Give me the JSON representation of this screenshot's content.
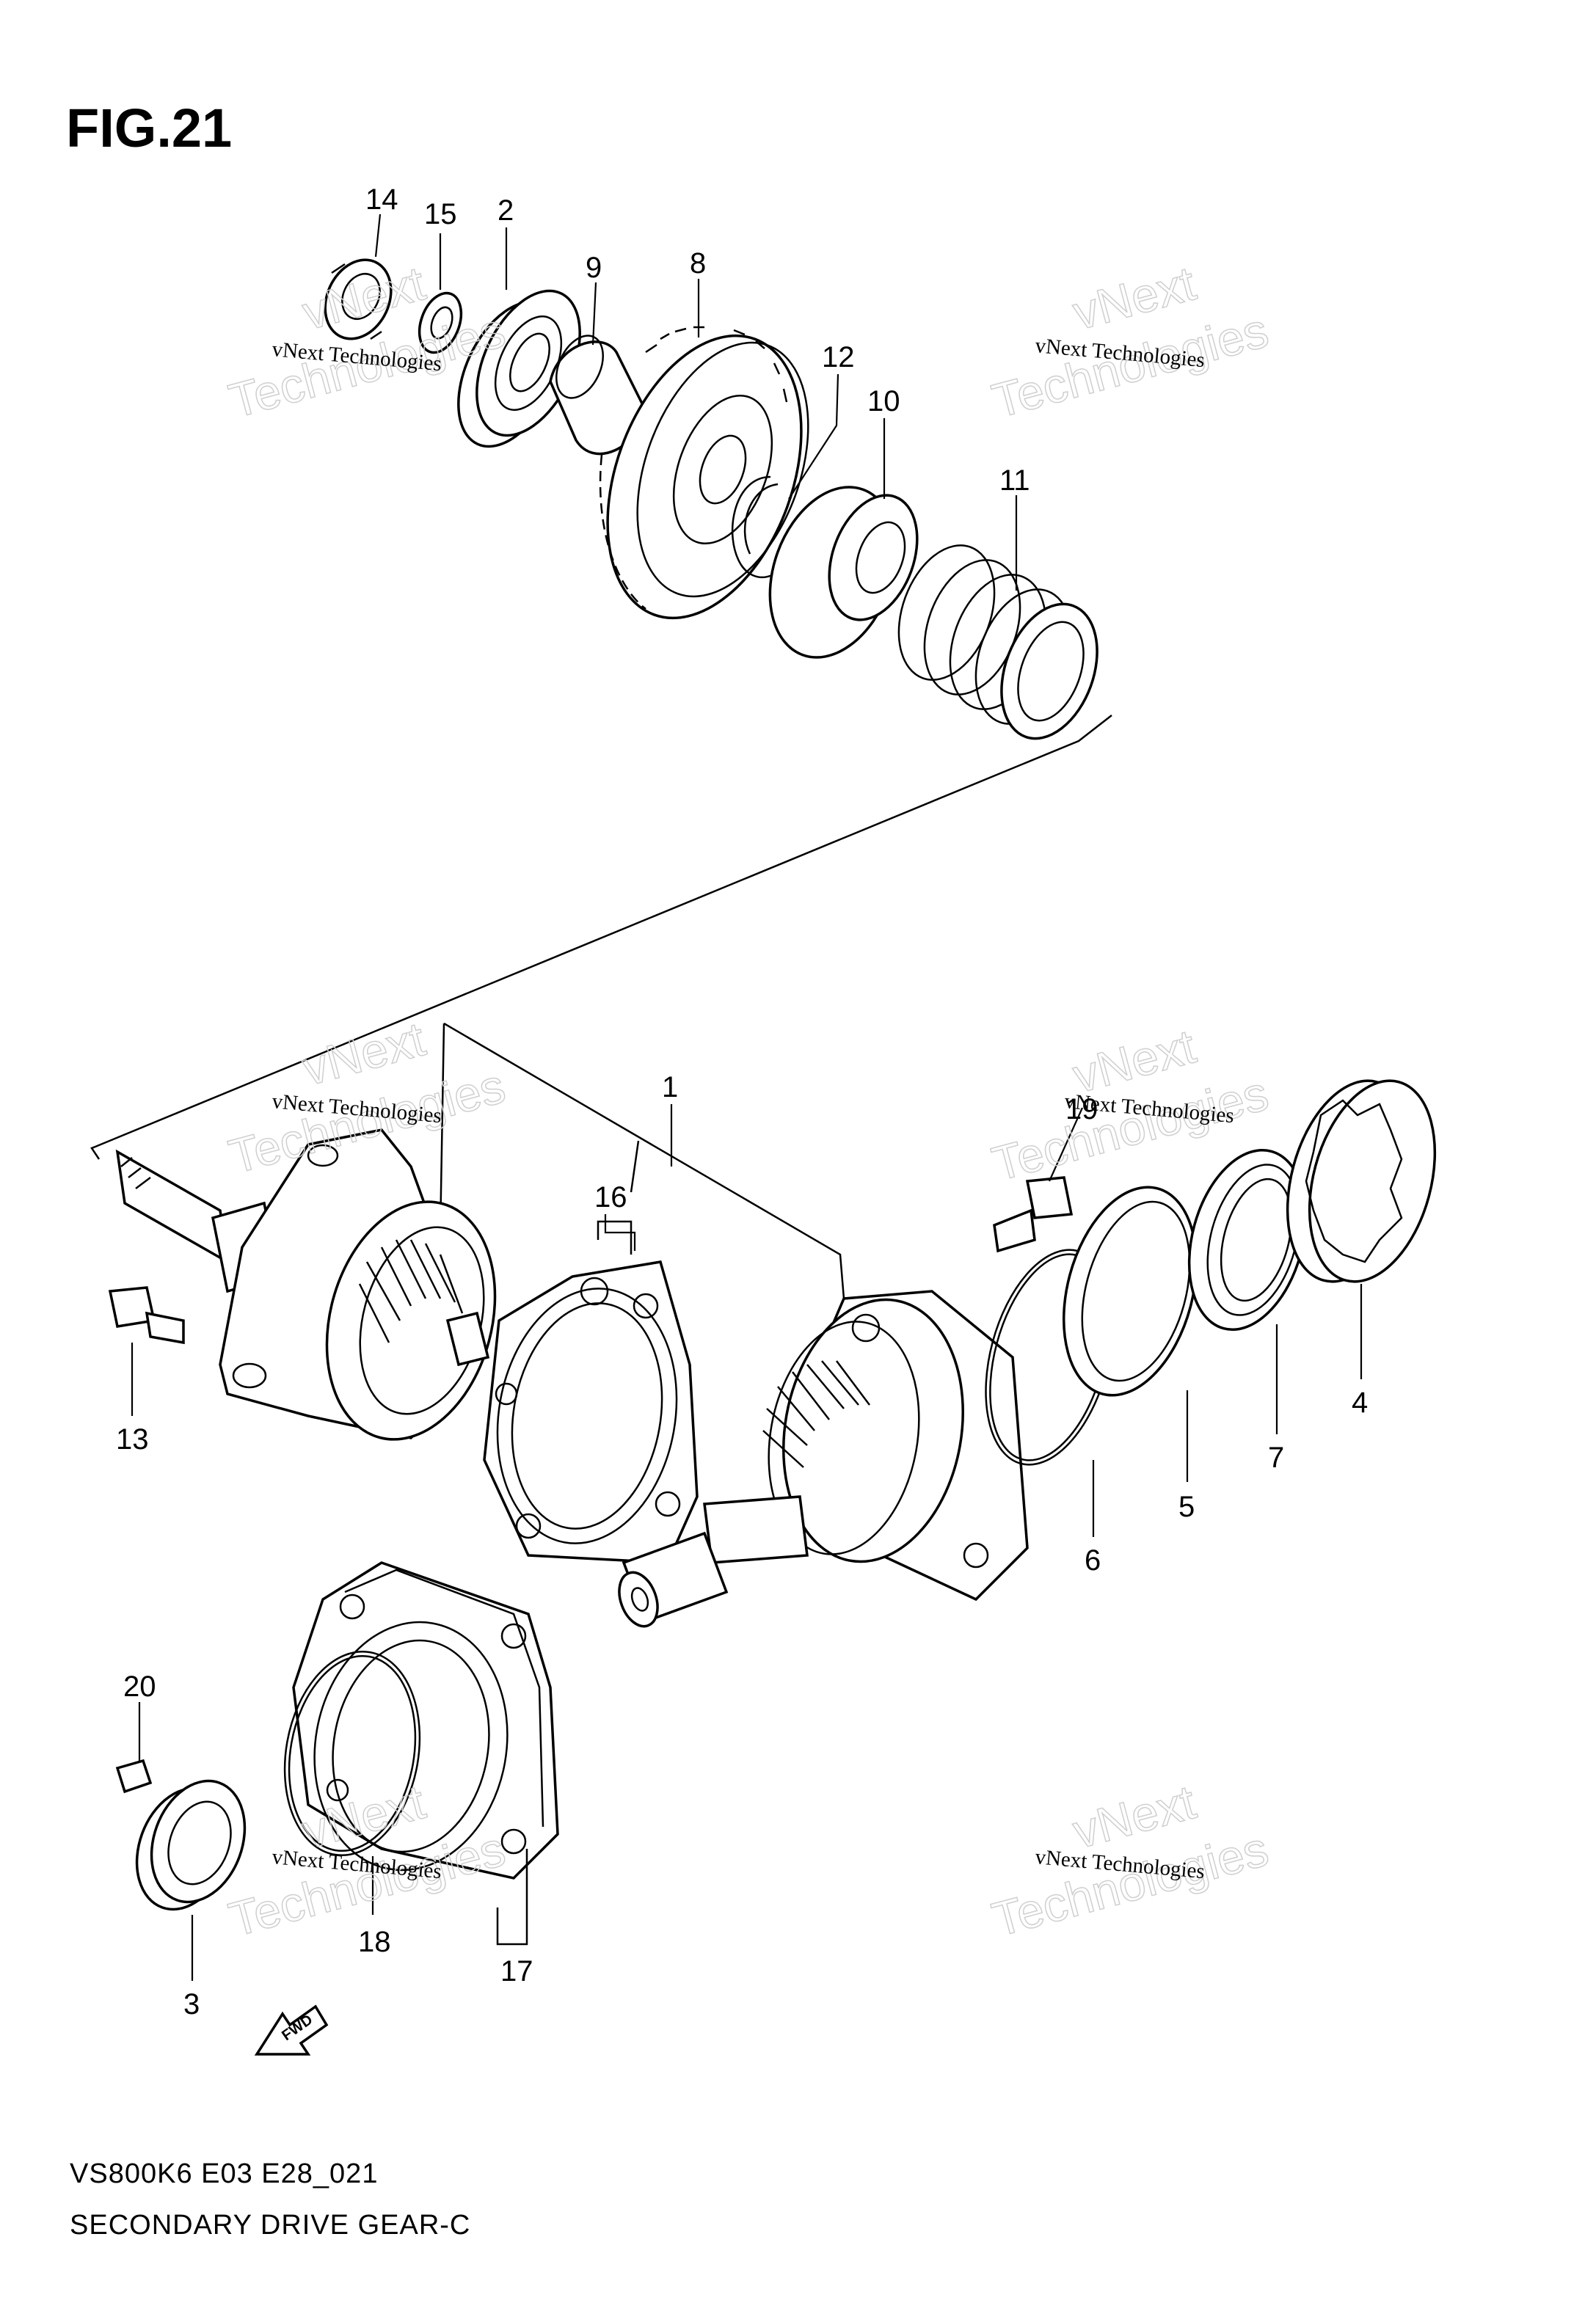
{
  "figure": {
    "title": "FIG.21",
    "footer_model": "VS800K6 E03 E28_021",
    "footer_name": "SECONDARY DRIVE GEAR-C",
    "fwd_label": "FWD"
  },
  "watermark": {
    "line_small": "vNext Technologies",
    "line_big_1": "vNext",
    "line_big_2": "Technologies"
  },
  "callouts": [
    "14",
    "15",
    "2",
    "9",
    "8",
    "12",
    "10",
    "11",
    "1",
    "16",
    "19",
    "13",
    "4",
    "7",
    "5",
    "6",
    "20",
    "18",
    "17",
    "3"
  ]
}
